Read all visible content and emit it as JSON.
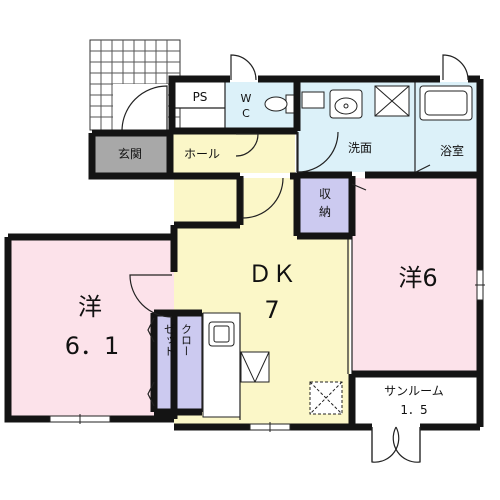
{
  "rooms": {
    "ps": "PS",
    "wc_line1": "W",
    "wc_line2": "C",
    "senmen": "洗面",
    "yokushitsu": "浴室",
    "genkan": "玄関",
    "hall": "ホール",
    "shuno_line1": "収",
    "shuno_line2": "納",
    "dk_line1": "ＤＫ",
    "dk_line2": "7",
    "yo6": "洋6",
    "yo61_line1": "洋",
    "yo61_line2": "6．1",
    "closet_col1": "ゼット",
    "closet_col2": "クロー",
    "sunroom_line1": "サンルーム",
    "sunroom_line2": "1．5"
  },
  "colors": {
    "wall": "#141414",
    "pink": "#fce2ea",
    "yellow": "#fbf7c8",
    "blue": "#dcf1f9",
    "purple": "#cccaf0",
    "gray": "#a8a8a8",
    "white": "#ffffff"
  }
}
